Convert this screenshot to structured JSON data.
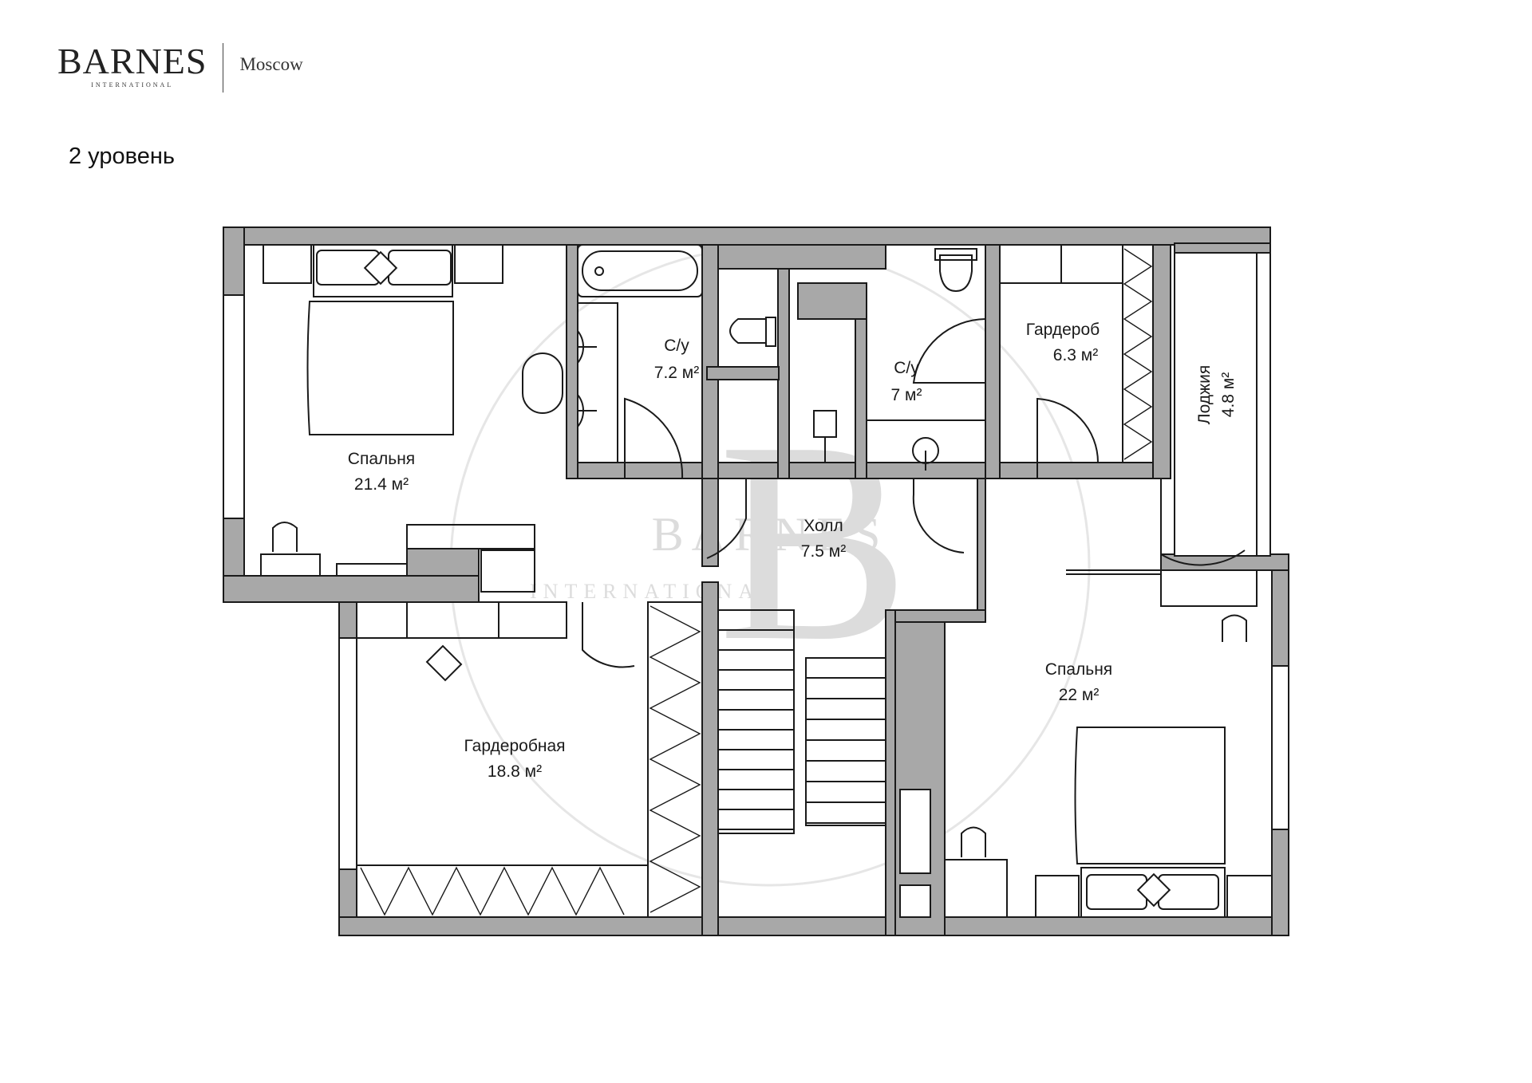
{
  "brand": {
    "name": "BARNES",
    "subtitle": "INTERNATIONAL",
    "city": "Moscow"
  },
  "level_title": "2 уровень",
  "watermark": {
    "brand": "BARNES",
    "subtitle": "INTERNATIONAL",
    "monogram": "B"
  },
  "colors": {
    "wall": "#a8a8a8",
    "line": "#1a1a1a",
    "watermark": "#d9d9d9"
  },
  "rooms": {
    "bedroom1": {
      "name": "Спальня",
      "area": "21.4 м²"
    },
    "bath1": {
      "name": "С/у",
      "area": "7.2 м²"
    },
    "bath2": {
      "name": "С/у",
      "area": "7 м²"
    },
    "wardrobe_small": {
      "name": "Гардероб",
      "area": "6.3 м²"
    },
    "loggia": {
      "name": "Лоджия",
      "area": "4.8 м²"
    },
    "hall": {
      "name": "Холл",
      "area": "7.5 м²"
    },
    "bedroom2": {
      "name": "Спальня",
      "area": "22 м²"
    },
    "dressing": {
      "name": "Гардеробная",
      "area": "18.8 м²"
    }
  }
}
